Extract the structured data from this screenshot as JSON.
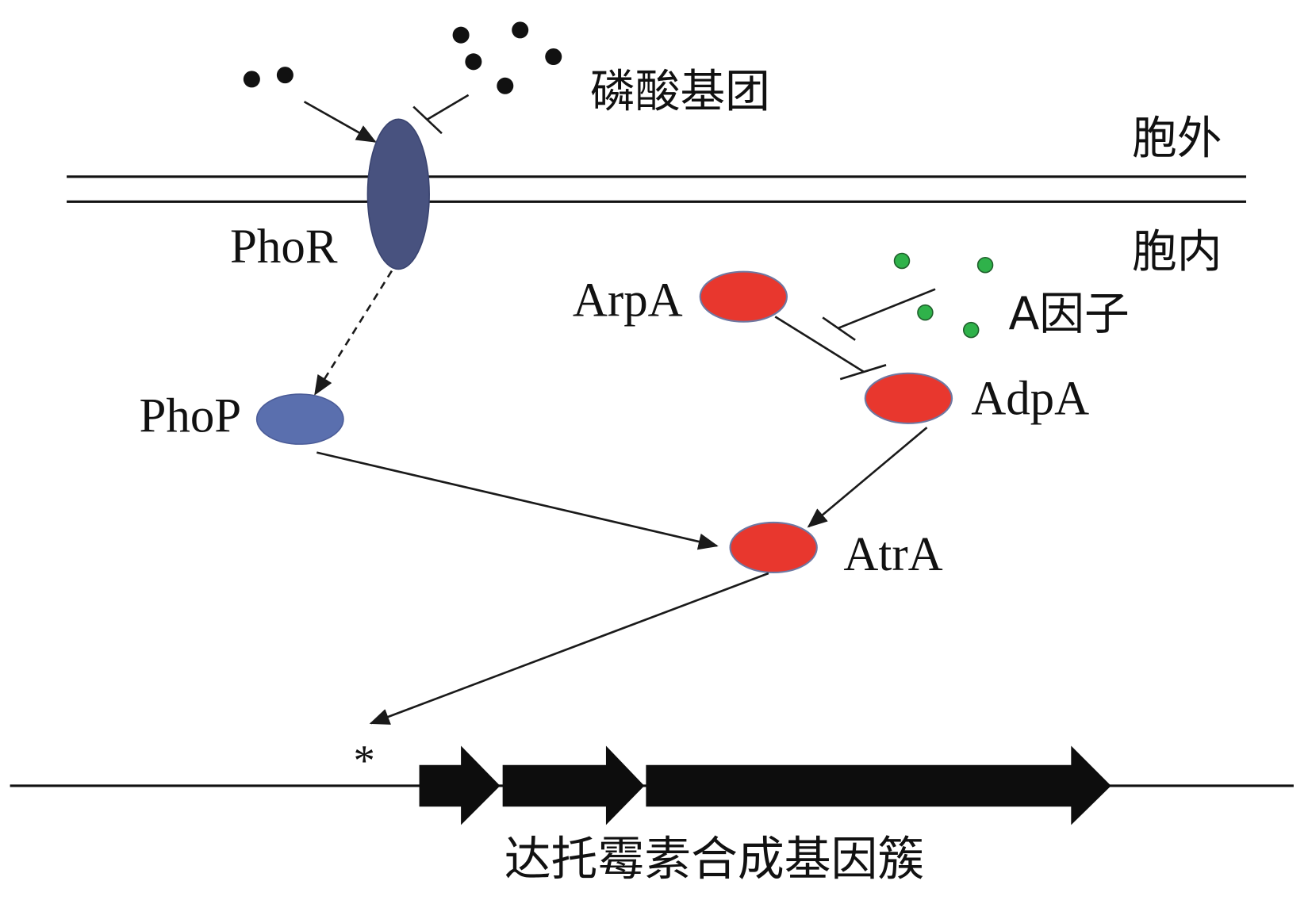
{
  "labels": {
    "phosphate": "磷酸基团",
    "extracellular": "胞外",
    "intracellular": "胞内",
    "phoR": "PhoR",
    "phoP": "PhoP",
    "arpA": "ArpA",
    "a_factor": "A因子",
    "adpA": "AdpA",
    "atrA": "AtrA",
    "promoter_mark": "*",
    "gene_cluster": "达托霉素合成基因簇"
  },
  "colors": {
    "phoR": "#48527f",
    "phoP": "#5a6fae",
    "red_protein": "#e8372e",
    "protein_outline": "#6e78a2",
    "phosphate_dot": "#111111",
    "a_factor_dot": "#2fb24a",
    "gene_arrow": "#0d0d0d"
  }
}
